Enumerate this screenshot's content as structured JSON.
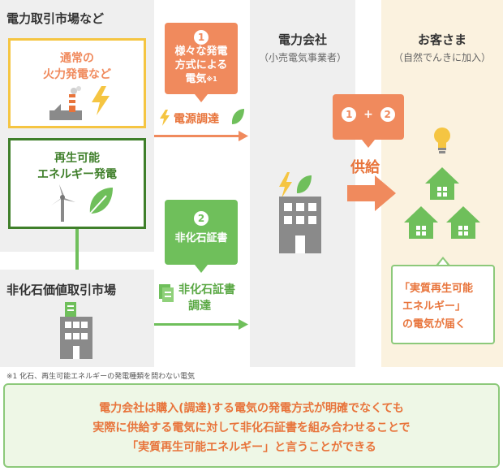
{
  "left_column": {
    "title": "電力取引市場など",
    "thermal_box": {
      "line1": "通常の",
      "line2": "火力発電など"
    },
    "renewable_box": {
      "line1": "再生可能",
      "line2": "エネルギー発電"
    }
  },
  "nonfossil_market": {
    "title": "非化石価値取引市場"
  },
  "step1_bubble": {
    "number": "1",
    "line1": "様々な発電",
    "line2": "方式による",
    "line3": "電気",
    "footnote_mark": "※1"
  },
  "procure_power_label": "電源調達",
  "step2_bubble": {
    "number": "2",
    "line1": "非化石証書"
  },
  "procure_cert_label": {
    "line1": "非化石証書",
    "line2": "調達"
  },
  "power_company": {
    "title": "電力会社",
    "subtitle": "（小売電気事業者）"
  },
  "combine_bubble": {
    "a": "1",
    "plus": "+",
    "b": "2"
  },
  "supply_label": "供給",
  "customer": {
    "title": "お客さま",
    "subtitle": "（自然でんきに加入）"
  },
  "callout": {
    "line1": "「実質再生可能",
    "line2": "エネルギー」",
    "line3": "の電気が届く"
  },
  "footnote": "※1 化石、再生可能エネルギーの発電種類を問わない電気",
  "summary": {
    "line1": "電力会社は購入(調達)する電気の発電方式が明確でなくても",
    "line2": "実際に供給する電気に対して非化石証書を組み合わせることで",
    "line3": "「実質再生可能エネルギー」と言うことができる"
  },
  "colors": {
    "orange": "#f08a5d",
    "orange_text": "#e8743b",
    "green": "#6fbf5b",
    "dark_green": "#3f7f2a",
    "yellow_border": "#f5c542",
    "gray_panel": "#efefef",
    "cream_panel": "#fbf2df",
    "building_gray": "#8a8a8a"
  }
}
